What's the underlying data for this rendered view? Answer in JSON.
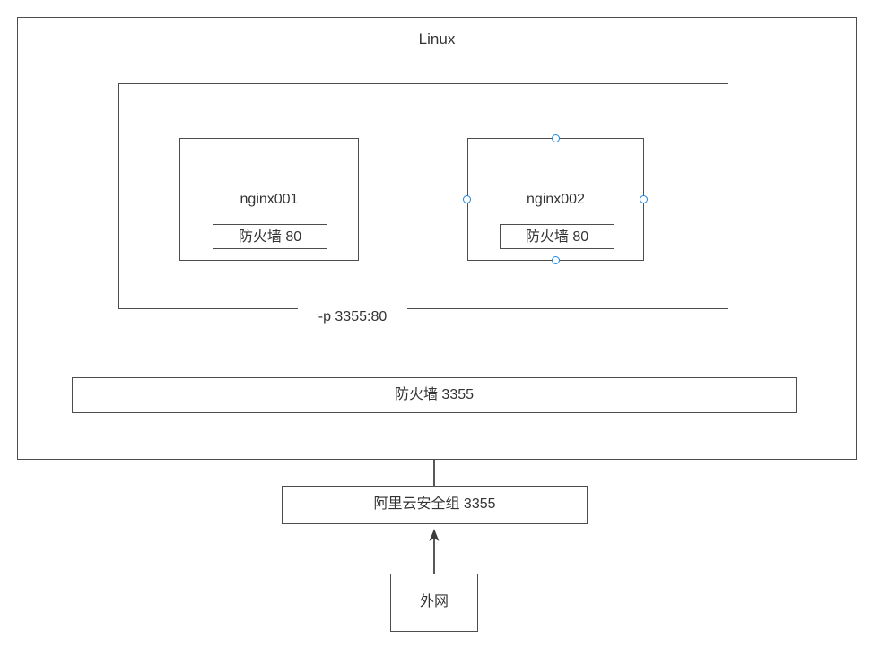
{
  "diagram": {
    "title": "Linux",
    "outer": {
      "name": "Linux",
      "label": "Linux"
    },
    "container_region": {
      "label": ""
    },
    "nodes": {
      "nginx001": {
        "label": "nginx001",
        "firewall_label": "防火墙 80",
        "selected": "false"
      },
      "nginx002": {
        "label": "nginx002",
        "firewall_label": "防火墙 80",
        "selected": "true"
      },
      "host_firewall": {
        "label": "防火墙 3355"
      },
      "cloud_security_group": {
        "label": "阿里云安全组 3355"
      },
      "external_network": {
        "label": "外网"
      }
    },
    "edges": [
      {
        "from": "host_firewall",
        "to": "nginx001",
        "label": "-p 3355:80"
      },
      {
        "from": "cloud_security_group",
        "to": "host_firewall",
        "label": ""
      },
      {
        "from": "external_network",
        "to": "cloud_security_group",
        "label": ""
      }
    ],
    "colors": {
      "stroke": "#4d4d4d",
      "text": "#333333",
      "background": "#ffffff",
      "selection_handle": "#1e88e5"
    }
  }
}
